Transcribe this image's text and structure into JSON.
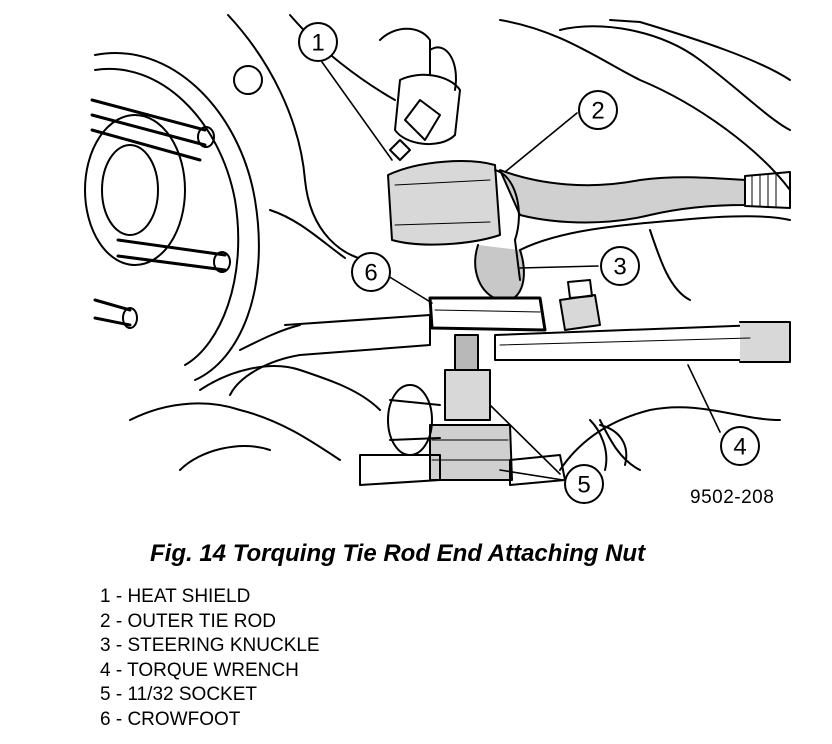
{
  "callouts": {
    "c1": "1",
    "c2": "2",
    "c3": "3",
    "c4": "4",
    "c5": "5",
    "c6": "6"
  },
  "figure_id": "9502-208",
  "caption": "Fig. 14 Torquing Tie Rod End Attaching Nut",
  "legend": [
    "1 - HEAT SHIELD",
    "2 - OUTER TIE ROD",
    "3 - STEERING KNUCKLE",
    "4 - TORQUE WRENCH",
    "5 - 11/32 SOCKET",
    "6 - CROWFOOT"
  ]
}
